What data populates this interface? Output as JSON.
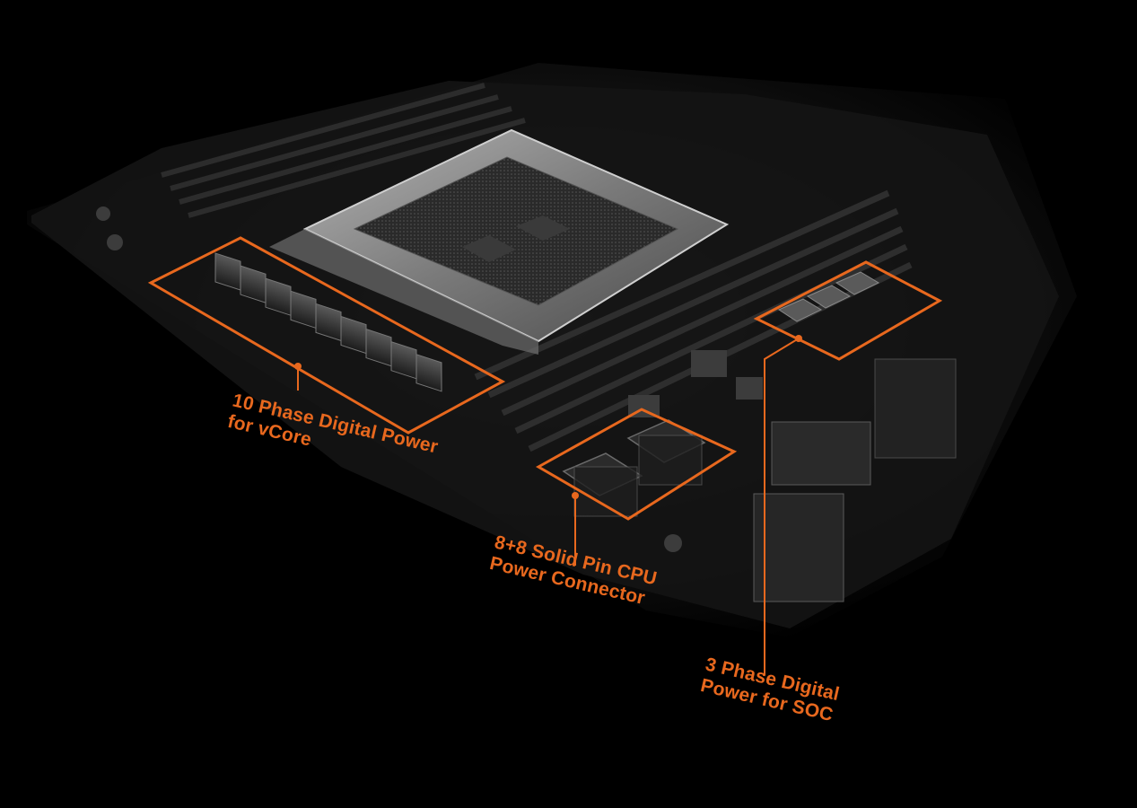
{
  "colors": {
    "background": "#000000",
    "accent": "#e8681e",
    "board": "#1a1a1a",
    "socket": "#8a8a8a"
  },
  "callouts": [
    {
      "id": "vcore",
      "lines": [
        "10 Phase Digital Power",
        "for vCore"
      ]
    },
    {
      "id": "cpu-power",
      "lines": [
        "8+8 Solid Pin CPU",
        "Power Connector"
      ]
    },
    {
      "id": "soc",
      "lines": [
        "3 Phase Digital",
        "Power for SOC"
      ]
    }
  ]
}
